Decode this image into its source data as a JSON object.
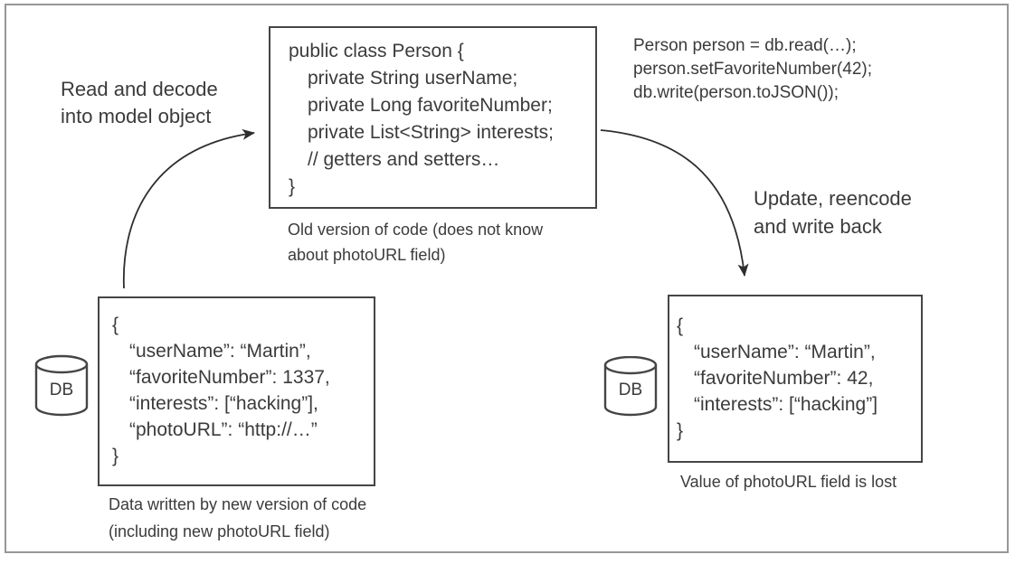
{
  "colors": {
    "background": "#ffffff",
    "text": "#3b3b3b",
    "box_border": "#454545",
    "outer_border": "#979797",
    "arrow": "#2e2e2e"
  },
  "left_flow": {
    "label": "Read and decode\ninto model object"
  },
  "right_flow": {
    "label": "Update, reencode\nand write back"
  },
  "person_class": {
    "lines": [
      "public class Person {",
      "private String userName;",
      "private Long favoriteNumber;",
      "private List<String> interests;",
      "// getters and setters…",
      "}"
    ],
    "caption": "Old version of code (does not know\nabout photoURL field)"
  },
  "code_snippet": {
    "lines": [
      "Person person = db.read(…);",
      "person.setFavoriteNumber(42);",
      "db.write(person.toJSON());"
    ]
  },
  "old_data": {
    "db_label": "DB",
    "lines": [
      "{",
      "“userName”: “Martin”,",
      "“favoriteNumber”: 1337,",
      "“interests”: [“hacking”],",
      "“photoURL”: “http://…”",
      "}"
    ],
    "caption": "Data written by new version of code\n(including new photoURL field)"
  },
  "new_data": {
    "db_label": "DB",
    "lines": [
      "{",
      "“userName”: “Martin”,",
      "“favoriteNumber”: 42,",
      "“interests”: [“hacking”]",
      "}"
    ],
    "caption": "Value of photoURL field is lost"
  }
}
